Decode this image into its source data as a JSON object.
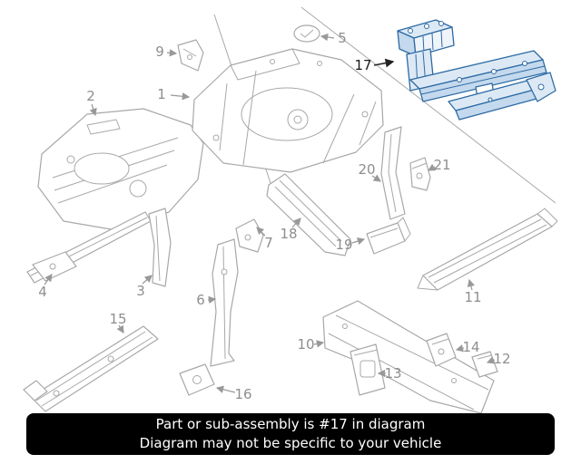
{
  "diagram": {
    "highlight_color": "#2e6ba4",
    "part_line_color": "#a8a8a8",
    "label_color": "#8e8e8e",
    "highlighted_part_label": "17",
    "callouts": [
      {
        "label": "1"
      },
      {
        "label": "2"
      },
      {
        "label": "3"
      },
      {
        "label": "4"
      },
      {
        "label": "5"
      },
      {
        "label": "6"
      },
      {
        "label": "7"
      },
      {
        "label": "9"
      },
      {
        "label": "10"
      },
      {
        "label": "11"
      },
      {
        "label": "12"
      },
      {
        "label": "13"
      },
      {
        "label": "14"
      },
      {
        "label": "15"
      },
      {
        "label": "16"
      },
      {
        "label": "17"
      },
      {
        "label": "18"
      },
      {
        "label": "19"
      },
      {
        "label": "20"
      },
      {
        "label": "21"
      }
    ]
  },
  "banner": {
    "line1": "Part or sub-assembly is #17 in diagram",
    "line2": "Diagram may not be specific to your vehicle",
    "background": "#000000",
    "text_color": "#ffffff"
  }
}
